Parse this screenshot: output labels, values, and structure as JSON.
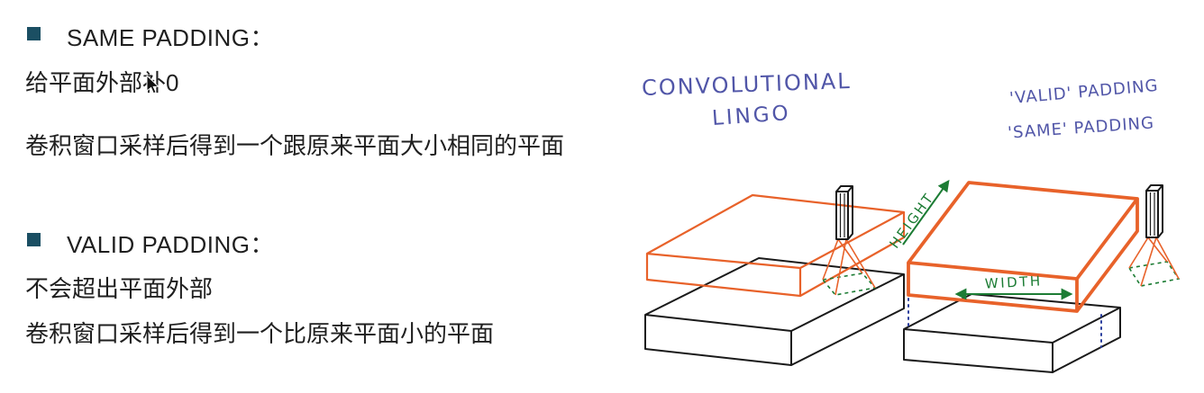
{
  "slide": {
    "sections": [
      {
        "title": "SAME PADDING：",
        "lines": [
          "给平面外部补0",
          "卷积窗口采样后得到一个跟原来平面大小相同的平面"
        ]
      },
      {
        "title": "VALID PADDING：",
        "lines": [
          "不会超出平面外部",
          "卷积窗口采样后得到一个比原来平面小的平面"
        ]
      }
    ]
  },
  "sketch": {
    "heading_line1": "CONVOLUTIONAL",
    "heading_line2": "LINGO",
    "padding_label_1": "'VALID' PADDING",
    "padding_label_2": "'SAME' PADDING",
    "height_label": "HEIGHT",
    "width_label": "WIDTH"
  },
  "colors": {
    "background": "#ffffff",
    "body_text": "#1f1f1f",
    "bullet_square": "#1b4f63",
    "handwriting_blue": "#5156a8",
    "sketch_orange": "#e8622a",
    "sketch_green": "#1c7c34",
    "sketch_black": "#1a1a1a",
    "guide_blue": "#2b3f9e"
  }
}
